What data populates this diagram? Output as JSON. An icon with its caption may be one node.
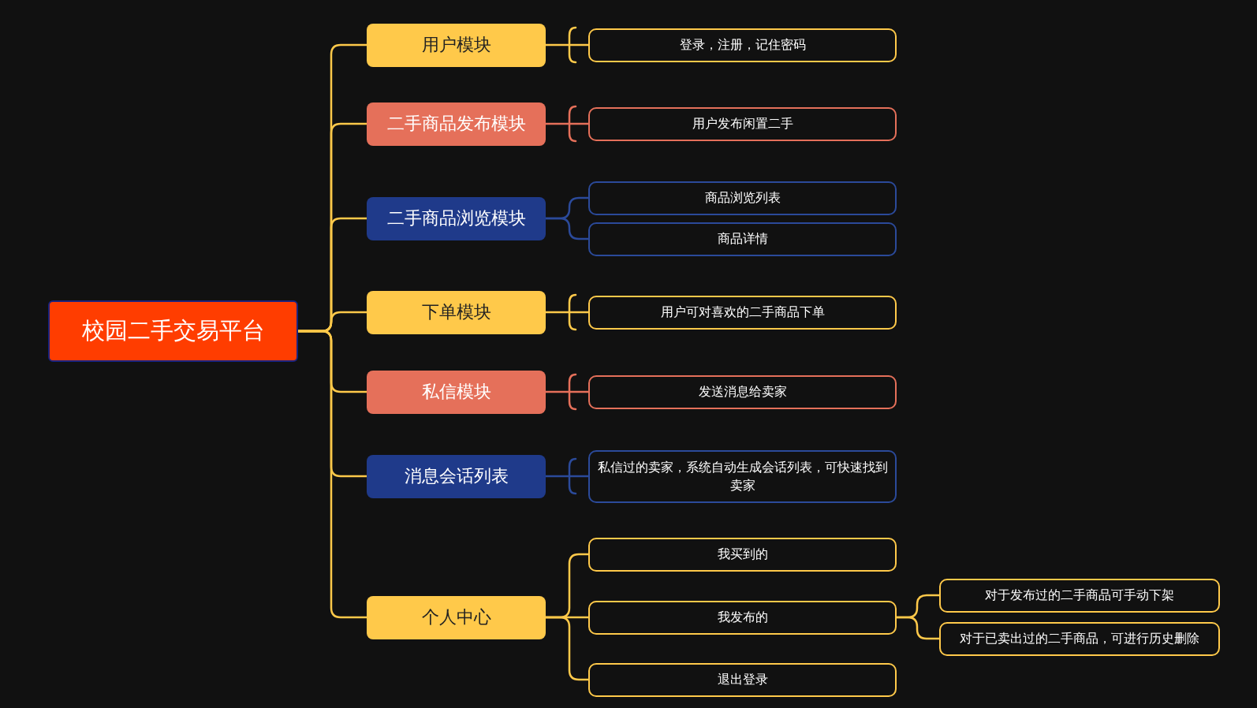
{
  "diagram": {
    "nodes": [
      {
        "text": [
          "校园二手交易平台"
        ]
      },
      {
        "text": [
          "用户模块"
        ]
      },
      {
        "text": [
          "登录，注册，记住密码"
        ]
      },
      {
        "text": [
          "二手商品发布模块"
        ]
      },
      {
        "text": [
          "用户发布闲置二手"
        ]
      },
      {
        "text": [
          "二手商品浏览模块"
        ]
      },
      {
        "text": [
          "商品浏览列表"
        ]
      },
      {
        "text": [
          "商品详情"
        ]
      },
      {
        "text": [
          "下单模块"
        ]
      },
      {
        "text": [
          "用户可对喜欢的二手商品下单"
        ]
      },
      {
        "text": [
          "私信模块"
        ]
      },
      {
        "text": [
          "发送消息给卖家"
        ]
      },
      {
        "text": [
          "消息会话列表"
        ]
      },
      {
        "text": [
          "私信过的卖家，系统自动生成会话列表，可快速找到卖家"
        ]
      },
      {
        "text": [
          "个人中心"
        ]
      },
      {
        "text": [
          "我买到的"
        ]
      },
      {
        "text": [
          "我发布的"
        ]
      },
      {
        "text": [
          "对于发布过的二手商品可手动下架"
        ]
      },
      {
        "text": [
          "对于已卖出过的二手商品，可进行历史删除"
        ]
      },
      {
        "text": [
          "退出登录"
        ]
      }
    ],
    "edges": [
      {
        "from": 0,
        "to": 1,
        "arrow": "none"
      },
      {
        "from": 0,
        "to": 3,
        "arrow": "none"
      },
      {
        "from": 0,
        "to": 5,
        "arrow": "none"
      },
      {
        "from": 0,
        "to": 8,
        "arrow": "none"
      },
      {
        "from": 0,
        "to": 10,
        "arrow": "none"
      },
      {
        "from": 0,
        "to": 12,
        "arrow": "none"
      },
      {
        "from": 0,
        "to": 14,
        "arrow": "none"
      },
      {
        "from": 1,
        "to": 2,
        "arrow": "none"
      },
      {
        "from": 3,
        "to": 4,
        "arrow": "none",
        "color": "#e5705a"
      },
      {
        "from": 5,
        "to": 6,
        "arrow": "none",
        "color": "#2b4a9a"
      },
      {
        "from": 5,
        "to": 7,
        "arrow": "none",
        "color": "#2b4a9a"
      },
      {
        "from": 8,
        "to": 9,
        "arrow": "none"
      },
      {
        "from": 10,
        "to": 11,
        "arrow": "none",
        "color": "#e5705a"
      },
      {
        "from": 12,
        "to": 13,
        "arrow": "none",
        "color": "#2b4a9a"
      },
      {
        "from": 14,
        "to": 15,
        "arrow": "none"
      },
      {
        "from": 14,
        "to": 16,
        "arrow": "none"
      },
      {
        "from": 14,
        "to": 19,
        "arrow": "none"
      },
      {
        "from": 16,
        "to": 17,
        "arrow": "none"
      },
      {
        "from": 16,
        "to": 18,
        "arrow": "none"
      }
    ]
  }
}
